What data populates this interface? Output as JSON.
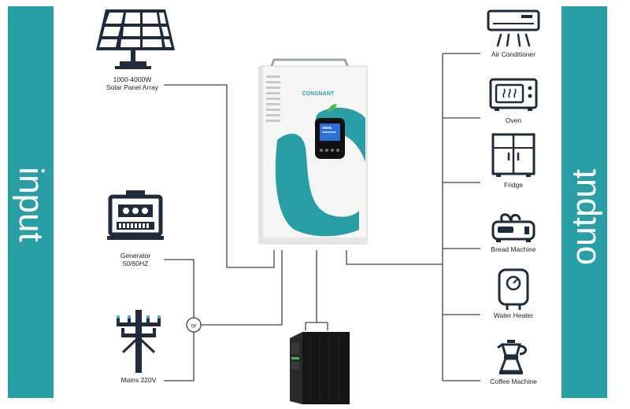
{
  "bands": {
    "input": "input",
    "output": "output"
  },
  "inputs": {
    "solar": {
      "line1": "1000-4000W",
      "line2": "Solar Panel Array"
    },
    "generator": {
      "line1": "Generator",
      "line2": "50/60HZ"
    },
    "mains": {
      "label": "Mains 220V"
    },
    "junction": "or"
  },
  "inverter": {
    "brand": "CONSNANT"
  },
  "outputs": [
    {
      "label": "Air Conditioner",
      "icon": "air-conditioner-icon"
    },
    {
      "label": "Oven",
      "icon": "oven-icon"
    },
    {
      "label": "Fridge",
      "icon": "fridge-icon"
    },
    {
      "label": "Bread Machine",
      "icon": "bread-machine-icon"
    },
    {
      "label": "Water Heater",
      "icon": "water-heater-icon"
    },
    {
      "label": "Coffee Machine",
      "icon": "coffee-machine-icon"
    }
  ],
  "colors": {
    "teal": "#2a9ea5",
    "line": "#444444",
    "icon": "#1f2b3a",
    "lcd": "#2f6fd6"
  }
}
